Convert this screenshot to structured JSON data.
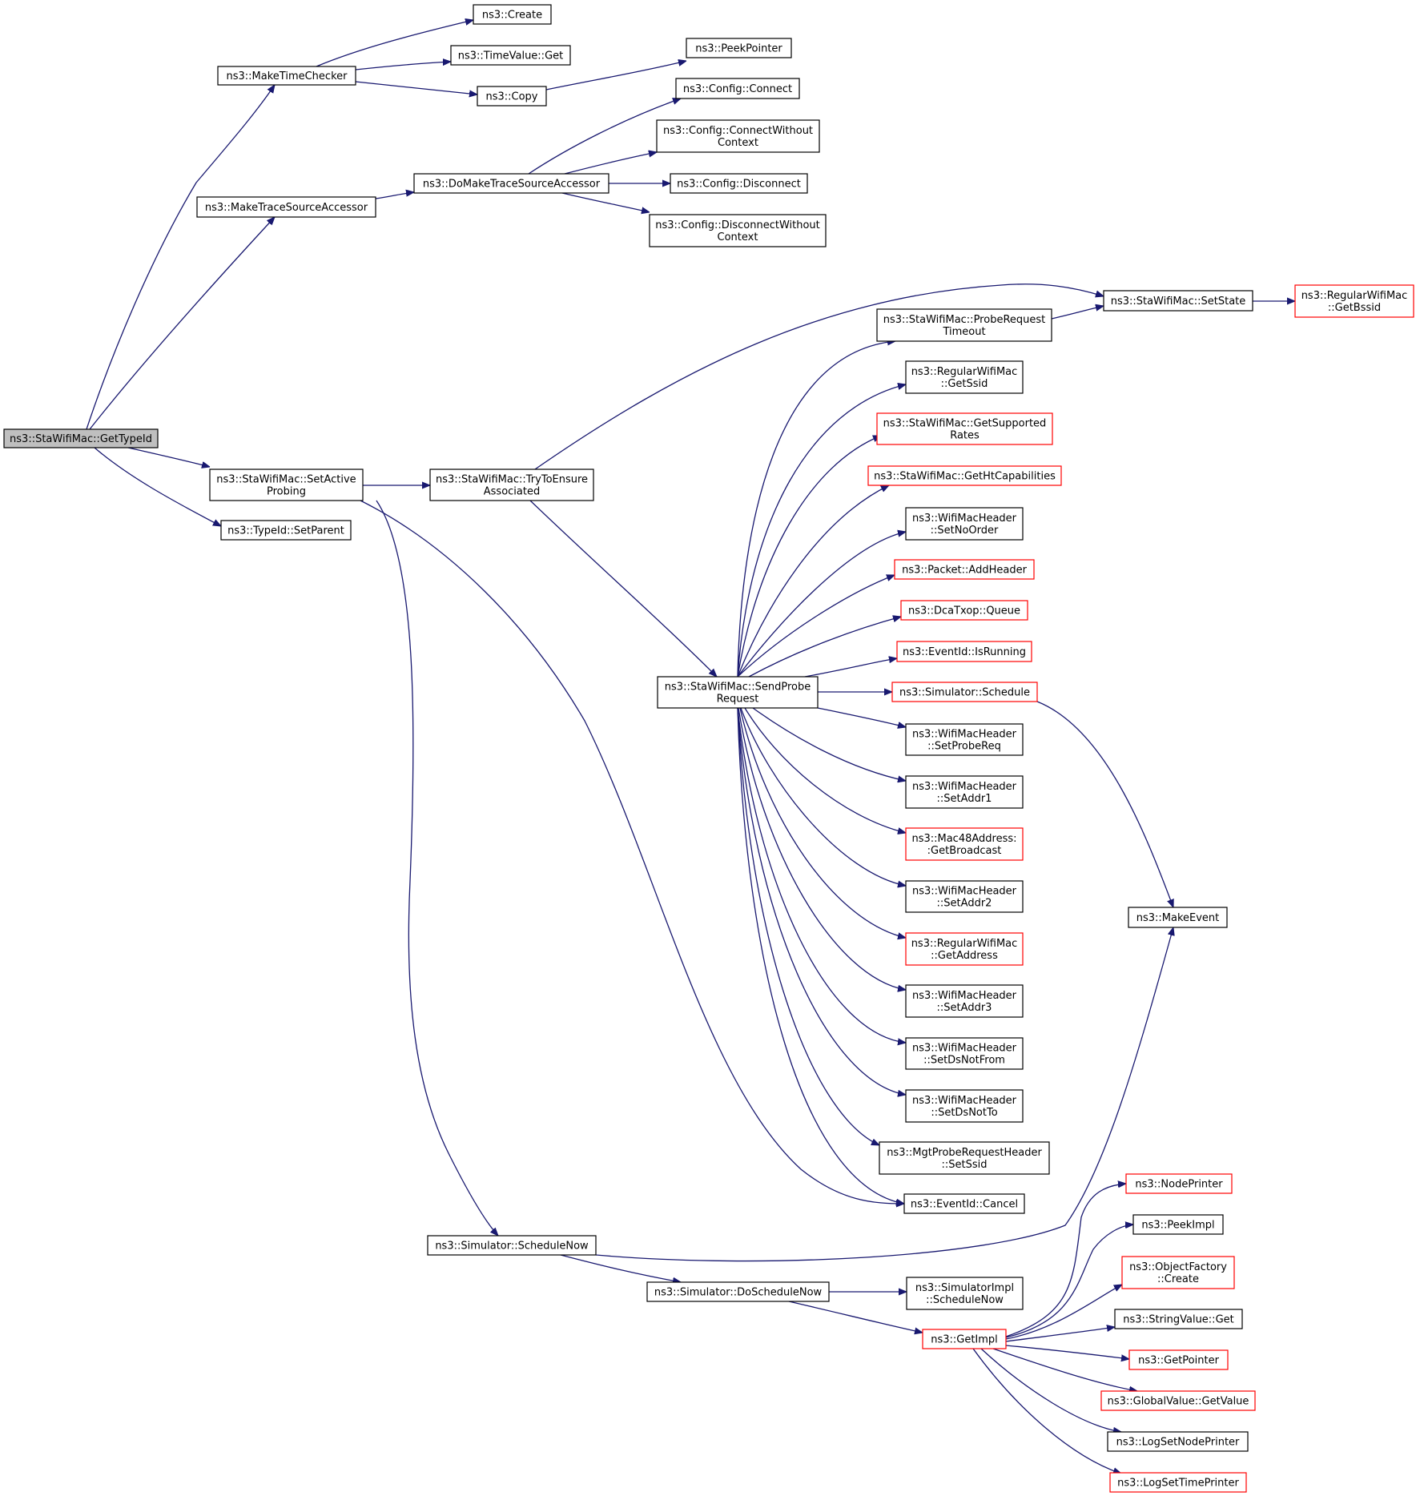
{
  "graph": {
    "colors": {
      "edge": "#191970",
      "border_normal": "#000000",
      "border_linked": "#ff0000",
      "root_fill": "#bfbfbf",
      "node_fill": "#ffffff",
      "text": "#000000"
    },
    "nodes": [
      {
        "id": "get_type_id",
        "lines": [
          "ns3::StaWifiMac::GetTypeId"
        ],
        "style": "root"
      },
      {
        "id": "make_time_checker",
        "lines": [
          "ns3::MakeTimeChecker"
        ],
        "style": "normal"
      },
      {
        "id": "create",
        "lines": [
          "ns3::Create"
        ],
        "style": "normal"
      },
      {
        "id": "timevalue_get",
        "lines": [
          "ns3::TimeValue::Get"
        ],
        "style": "normal"
      },
      {
        "id": "copy",
        "lines": [
          "ns3::Copy"
        ],
        "style": "normal"
      },
      {
        "id": "peek_pointer",
        "lines": [
          "ns3::PeekPointer"
        ],
        "style": "normal"
      },
      {
        "id": "make_trace_source_accessor",
        "lines": [
          "ns3::MakeTraceSourceAccessor"
        ],
        "style": "normal"
      },
      {
        "id": "do_make_trace_source_accessor",
        "lines": [
          "ns3::DoMakeTraceSourceAccessor"
        ],
        "style": "normal"
      },
      {
        "id": "config_connect",
        "lines": [
          "ns3::Config::Connect"
        ],
        "style": "normal"
      },
      {
        "id": "config_connect_without_context",
        "lines": [
          "ns3::Config::ConnectWithout",
          "Context"
        ],
        "style": "normal"
      },
      {
        "id": "config_disconnect",
        "lines": [
          "ns3::Config::Disconnect"
        ],
        "style": "normal"
      },
      {
        "id": "config_disconnect_without_context",
        "lines": [
          "ns3::Config::DisconnectWithout",
          "Context"
        ],
        "style": "normal"
      },
      {
        "id": "set_active_probing",
        "lines": [
          "ns3::StaWifiMac::SetActive",
          "Probing"
        ],
        "style": "normal"
      },
      {
        "id": "typeid_set_parent",
        "lines": [
          "ns3::TypeId::SetParent"
        ],
        "style": "normal"
      },
      {
        "id": "try_to_ensure_associated",
        "lines": [
          "ns3::StaWifiMac::TryToEnsure",
          "Associated"
        ],
        "style": "normal"
      },
      {
        "id": "set_state",
        "lines": [
          "ns3::StaWifiMac::SetState"
        ],
        "style": "normal"
      },
      {
        "id": "regular_get_bssid",
        "lines": [
          "ns3::RegularWifiMac",
          "::GetBssid"
        ],
        "style": "linked"
      },
      {
        "id": "probe_request_timeout",
        "lines": [
          "ns3::StaWifiMac::ProbeRequest",
          "Timeout"
        ],
        "style": "normal"
      },
      {
        "id": "regular_get_ssid",
        "lines": [
          "ns3::RegularWifiMac",
          "::GetSsid"
        ],
        "style": "normal"
      },
      {
        "id": "get_supported_rates",
        "lines": [
          "ns3::StaWifiMac::GetSupported",
          "Rates"
        ],
        "style": "linked"
      },
      {
        "id": "get_ht_capabilities",
        "lines": [
          "ns3::StaWifiMac::GetHtCapabilities"
        ],
        "style": "linked"
      },
      {
        "id": "set_no_order",
        "lines": [
          "ns3::WifiMacHeader",
          "::SetNoOrder"
        ],
        "style": "normal"
      },
      {
        "id": "packet_add_header",
        "lines": [
          "ns3::Packet::AddHeader"
        ],
        "style": "linked"
      },
      {
        "id": "dcatxop_queue",
        "lines": [
          "ns3::DcaTxop::Queue"
        ],
        "style": "linked"
      },
      {
        "id": "eventid_is_running",
        "lines": [
          "ns3::EventId::IsRunning"
        ],
        "style": "linked"
      },
      {
        "id": "simulator_schedule",
        "lines": [
          "ns3::Simulator::Schedule"
        ],
        "style": "linked"
      },
      {
        "id": "send_probe_request",
        "lines": [
          "ns3::StaWifiMac::SendProbe",
          "Request"
        ],
        "style": "normal"
      },
      {
        "id": "set_probe_req",
        "lines": [
          "ns3::WifiMacHeader",
          "::SetProbeReq"
        ],
        "style": "normal"
      },
      {
        "id": "set_addr1",
        "lines": [
          "ns3::WifiMacHeader",
          "::SetAddr1"
        ],
        "style": "normal"
      },
      {
        "id": "mac48_get_broadcast",
        "lines": [
          "ns3::Mac48Address:",
          ":GetBroadcast"
        ],
        "style": "linked"
      },
      {
        "id": "set_addr2",
        "lines": [
          "ns3::WifiMacHeader",
          "::SetAddr2"
        ],
        "style": "normal"
      },
      {
        "id": "regular_get_address",
        "lines": [
          "ns3::RegularWifiMac",
          "::GetAddress"
        ],
        "style": "linked"
      },
      {
        "id": "set_addr3",
        "lines": [
          "ns3::WifiMacHeader",
          "::SetAddr3"
        ],
        "style": "normal"
      },
      {
        "id": "set_ds_not_from",
        "lines": [
          "ns3::WifiMacHeader",
          "::SetDsNotFrom"
        ],
        "style": "normal"
      },
      {
        "id": "set_ds_not_to",
        "lines": [
          "ns3::WifiMacHeader",
          "::SetDsNotTo"
        ],
        "style": "normal"
      },
      {
        "id": "mgt_probe_set_ssid",
        "lines": [
          "ns3::MgtProbeRequestHeader",
          "::SetSsid"
        ],
        "style": "normal"
      },
      {
        "id": "eventid_cancel",
        "lines": [
          "ns3::EventId::Cancel"
        ],
        "style": "normal"
      },
      {
        "id": "make_event",
        "lines": [
          "ns3::MakeEvent"
        ],
        "style": "normal"
      },
      {
        "id": "simulator_schedule_now",
        "lines": [
          "ns3::Simulator::ScheduleNow"
        ],
        "style": "normal"
      },
      {
        "id": "simulator_do_schedule_now",
        "lines": [
          "ns3::Simulator::DoScheduleNow"
        ],
        "style": "normal"
      },
      {
        "id": "simulatorimpl_schedule_now",
        "lines": [
          "ns3::SimulatorImpl",
          "::ScheduleNow"
        ],
        "style": "normal"
      },
      {
        "id": "get_impl",
        "lines": [
          "ns3::GetImpl"
        ],
        "style": "linked"
      },
      {
        "id": "node_printer",
        "lines": [
          "ns3::NodePrinter"
        ],
        "style": "linked"
      },
      {
        "id": "peek_impl",
        "lines": [
          "ns3::PeekImpl"
        ],
        "style": "normal"
      },
      {
        "id": "object_factory_create",
        "lines": [
          "ns3::ObjectFactory",
          "::Create"
        ],
        "style": "linked"
      },
      {
        "id": "stringvalue_get",
        "lines": [
          "ns3::StringValue::Get"
        ],
        "style": "normal"
      },
      {
        "id": "get_pointer",
        "lines": [
          "ns3::GetPointer"
        ],
        "style": "linked"
      },
      {
        "id": "globalvalue_get_value",
        "lines": [
          "ns3::GlobalValue::GetValue"
        ],
        "style": "linked"
      },
      {
        "id": "log_set_node_printer",
        "lines": [
          "ns3::LogSetNodePrinter"
        ],
        "style": "normal"
      },
      {
        "id": "log_set_time_printer",
        "lines": [
          "ns3::LogSetTimePrinter"
        ],
        "style": "linked"
      }
    ],
    "edges": [
      {
        "from": "get_type_id",
        "to": "make_time_checker"
      },
      {
        "from": "get_type_id",
        "to": "make_trace_source_accessor"
      },
      {
        "from": "get_type_id",
        "to": "set_active_probing"
      },
      {
        "from": "get_type_id",
        "to": "typeid_set_parent"
      },
      {
        "from": "make_time_checker",
        "to": "create"
      },
      {
        "from": "make_time_checker",
        "to": "timevalue_get"
      },
      {
        "from": "make_time_checker",
        "to": "copy"
      },
      {
        "from": "copy",
        "to": "peek_pointer"
      },
      {
        "from": "make_trace_source_accessor",
        "to": "do_make_trace_source_accessor"
      },
      {
        "from": "do_make_trace_source_accessor",
        "to": "config_connect"
      },
      {
        "from": "do_make_trace_source_accessor",
        "to": "config_connect_without_context"
      },
      {
        "from": "do_make_trace_source_accessor",
        "to": "config_disconnect"
      },
      {
        "from": "do_make_trace_source_accessor",
        "to": "config_disconnect_without_context"
      },
      {
        "from": "set_active_probing",
        "to": "try_to_ensure_associated"
      },
      {
        "from": "set_active_probing",
        "to": "eventid_cancel"
      },
      {
        "from": "set_active_probing",
        "to": "simulator_schedule_now"
      },
      {
        "from": "try_to_ensure_associated",
        "to": "set_state"
      },
      {
        "from": "try_to_ensure_associated",
        "to": "send_probe_request"
      },
      {
        "from": "set_state",
        "to": "regular_get_bssid"
      },
      {
        "from": "probe_request_timeout",
        "to": "set_state"
      },
      {
        "from": "send_probe_request",
        "to": "probe_request_timeout"
      },
      {
        "from": "send_probe_request",
        "to": "regular_get_ssid"
      },
      {
        "from": "send_probe_request",
        "to": "get_supported_rates"
      },
      {
        "from": "send_probe_request",
        "to": "get_ht_capabilities"
      },
      {
        "from": "send_probe_request",
        "to": "set_no_order"
      },
      {
        "from": "send_probe_request",
        "to": "packet_add_header"
      },
      {
        "from": "send_probe_request",
        "to": "dcatxop_queue"
      },
      {
        "from": "send_probe_request",
        "to": "eventid_is_running"
      },
      {
        "from": "send_probe_request",
        "to": "simulator_schedule"
      },
      {
        "from": "send_probe_request",
        "to": "set_probe_req"
      },
      {
        "from": "send_probe_request",
        "to": "set_addr1"
      },
      {
        "from": "send_probe_request",
        "to": "mac48_get_broadcast"
      },
      {
        "from": "send_probe_request",
        "to": "set_addr2"
      },
      {
        "from": "send_probe_request",
        "to": "regular_get_address"
      },
      {
        "from": "send_probe_request",
        "to": "set_addr3"
      },
      {
        "from": "send_probe_request",
        "to": "set_ds_not_from"
      },
      {
        "from": "send_probe_request",
        "to": "set_ds_not_to"
      },
      {
        "from": "send_probe_request",
        "to": "mgt_probe_set_ssid"
      },
      {
        "from": "send_probe_request",
        "to": "eventid_cancel"
      },
      {
        "from": "simulator_schedule",
        "to": "make_event"
      },
      {
        "from": "simulator_schedule_now",
        "to": "make_event"
      },
      {
        "from": "simulator_schedule_now",
        "to": "simulator_do_schedule_now"
      },
      {
        "from": "simulator_do_schedule_now",
        "to": "simulatorimpl_schedule_now"
      },
      {
        "from": "simulator_do_schedule_now",
        "to": "get_impl"
      },
      {
        "from": "get_impl",
        "to": "node_printer"
      },
      {
        "from": "get_impl",
        "to": "peek_impl"
      },
      {
        "from": "get_impl",
        "to": "object_factory_create"
      },
      {
        "from": "get_impl",
        "to": "stringvalue_get"
      },
      {
        "from": "get_impl",
        "to": "get_pointer"
      },
      {
        "from": "get_impl",
        "to": "globalvalue_get_value"
      },
      {
        "from": "get_impl",
        "to": "log_set_node_printer"
      },
      {
        "from": "get_impl",
        "to": "log_set_time_printer"
      }
    ]
  }
}
